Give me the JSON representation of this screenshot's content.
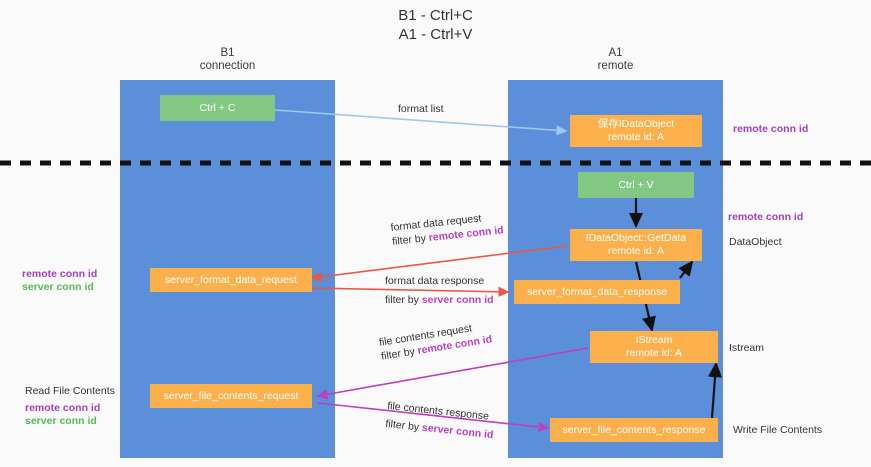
{
  "diagram": {
    "title": "B1 - Ctrl+C\nA1 - Ctrl+V",
    "columns": [
      {
        "name": "b1",
        "header": "B1\nconnection"
      },
      {
        "name": "a1",
        "header": "A1\nremote"
      }
    ],
    "colors": {
      "lane": "#5b8fd9",
      "node_green": "#82c882",
      "node_orange": "#fbb04b",
      "accent_purple": "#a33ec0",
      "accent_green": "#58b858",
      "arrow_blue": "#9ec8ee",
      "arrow_red": "#e8584a",
      "arrow_magenta": "#c03ec0",
      "arrow_black": "#111111",
      "background": "#fafafa",
      "divider": "#111111"
    },
    "nodes": [
      {
        "id": "ctrl-c",
        "label": "Ctrl + C",
        "style": "green"
      },
      {
        "id": "idataobject-remote",
        "label": "保存IDataObject\nremote id: A",
        "style": "orange"
      },
      {
        "id": "ctrl-v",
        "label": "Ctrl + V",
        "style": "green"
      },
      {
        "id": "getdata",
        "label": "IDataObject::GetData\nremote id: A",
        "style": "orange"
      },
      {
        "id": "server-format-data-request",
        "label": "server_format_data_request",
        "style": "orange"
      },
      {
        "id": "server-format-data-response",
        "label": "server_format_data_response",
        "style": "orange"
      },
      {
        "id": "istream",
        "label": "IStream\nremote id: A",
        "style": "orange"
      },
      {
        "id": "server-file-contents-request",
        "label": "server_file_contents_request",
        "style": "orange"
      },
      {
        "id": "server-file-contents-response",
        "label": "server_file_contents_response",
        "style": "orange"
      }
    ],
    "right_labels": [
      {
        "id": "remote-conn-id-top",
        "text": "remote conn id",
        "style": "purple"
      },
      {
        "id": "remote-conn-id-mid",
        "text": "remote conn id",
        "style": "purple"
      },
      {
        "id": "dataobject",
        "text": "DataObject",
        "style": "dark"
      },
      {
        "id": "istream-label",
        "text": "Istream",
        "style": "dark"
      },
      {
        "id": "write-file-contents",
        "text": "Write File Contents",
        "style": "dark"
      }
    ],
    "left_labels": [
      {
        "id": "remote-conn-id-left",
        "text": "remote conn id",
        "style": "purple"
      },
      {
        "id": "server-conn-id-left",
        "text": "server conn id",
        "style": "green"
      },
      {
        "id": "read-file-contents",
        "text": "Read File Contents",
        "style": "dark"
      },
      {
        "id": "remote-conn-id-left2",
        "text": "remote conn id",
        "style": "purple"
      },
      {
        "id": "server-conn-id-left2",
        "text": "server conn id",
        "style": "green"
      }
    ],
    "edges": [
      {
        "id": "format-list",
        "line1": "format list",
        "line2": "",
        "highlight": ""
      },
      {
        "id": "format-data-request",
        "line1": "format data request",
        "line2": "filter by ",
        "highlight": "remote conn id"
      },
      {
        "id": "format-data-response",
        "line1": "format data response",
        "line2": "filter by ",
        "highlight": "server conn id"
      },
      {
        "id": "file-contents-request",
        "line1": "file contents request",
        "line2": "filter by ",
        "highlight": "remote conn id"
      },
      {
        "id": "file-contents-response",
        "line1": "file contents response",
        "line2": "filter by ",
        "highlight": "server conn id"
      }
    ]
  }
}
